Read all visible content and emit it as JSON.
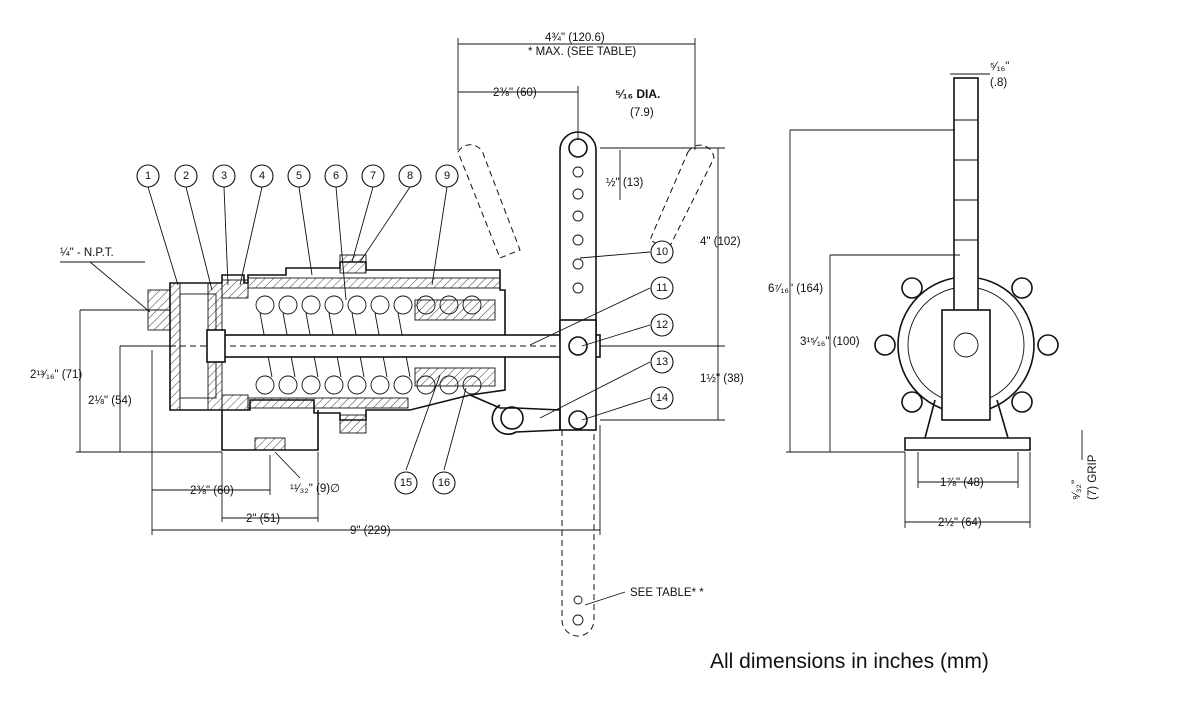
{
  "part_callouts": [
    "1",
    "2",
    "3",
    "4",
    "5",
    "6",
    "7",
    "8",
    "9",
    "10",
    "11",
    "12",
    "13",
    "14",
    "15",
    "16"
  ],
  "dimensions": {
    "overall_stroke": "4¾\" (120.6)",
    "overall_stroke_note": "* MAX. (SEE TABLE)",
    "handle_offset": "2⅜\" (60)",
    "hole_dia": "⁵⁄₁₆ DIA.",
    "hole_dia_mm": "(7.9)",
    "hole_pitch": "½\" (13)",
    "handle_4in": "4\" (102)",
    "handle_1_5in": "1½\" (38)",
    "npt": "¼\" - N.P.T.",
    "height_2_13_16": "2¹³⁄₁₆\" (71)",
    "height_2_1_8": "2⅛\" (54)",
    "base_2_3_8": "2⅜\" (60)",
    "mount_hole": "¹¹⁄₃₂\" (9)∅",
    "base_2in": "2\" (51)",
    "overall_length": "9\" (229)",
    "see_table": "SEE TABLE* *",
    "top_width": "⁵⁄₁₆\"",
    "top_width_mm": "(.8)",
    "side_height_total": "6⁷⁄₁₆\" (164)",
    "side_height_center": "3¹⁵⁄₁₆\" (100)",
    "foot_1_7_8": "1⅞\" (48)",
    "foot_2_1_2": "2½\" (64)",
    "grip": "⁹⁄₃₂\"",
    "grip_mm": "(7) GRIP"
  },
  "footer_note": "All dimensions in inches (mm)"
}
